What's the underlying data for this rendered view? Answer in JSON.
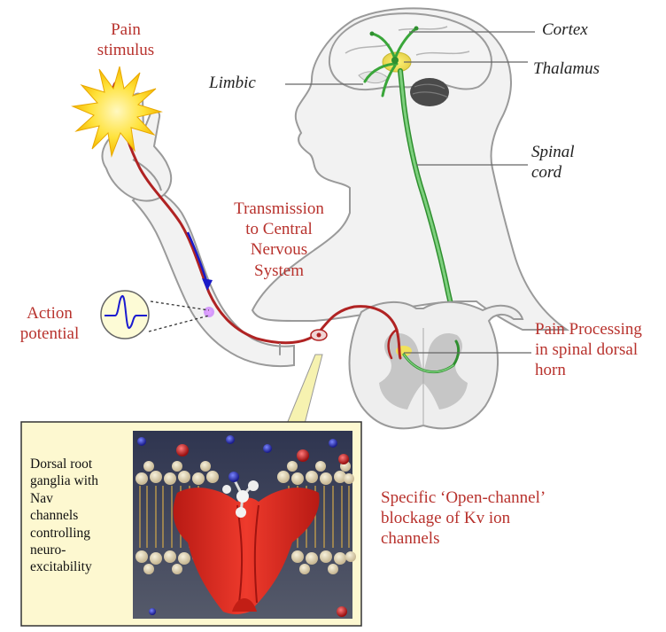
{
  "labels": {
    "pain_stimulus": "Pain\nstimulus",
    "limbic": "Limbic",
    "cortex": "Cortex",
    "thalamus": "Thalamus",
    "spinal_cord": "Spinal\ncord",
    "transmission": "Transmission\nto Central\nNervous\nSystem",
    "action_potential": "Action\npotential",
    "pain_processing": "Pain Processing\nin spinal dorsal\nhorn",
    "drg": "Dorsal root\nganglia with\nNav\nchannels\ncontrolling\nneuro-\nexcitability",
    "open_channel": "Specific ‘Open-channel’\nblockage of Kv ion\nchannels"
  },
  "colors": {
    "red_text": "#b8322d",
    "nerve_red": "#b02323",
    "pathway_green": "#3aa63a",
    "body_outline": "#9a9a9a",
    "inset_background": "#fdf8d0",
    "channel_red": "#d42a1f"
  }
}
